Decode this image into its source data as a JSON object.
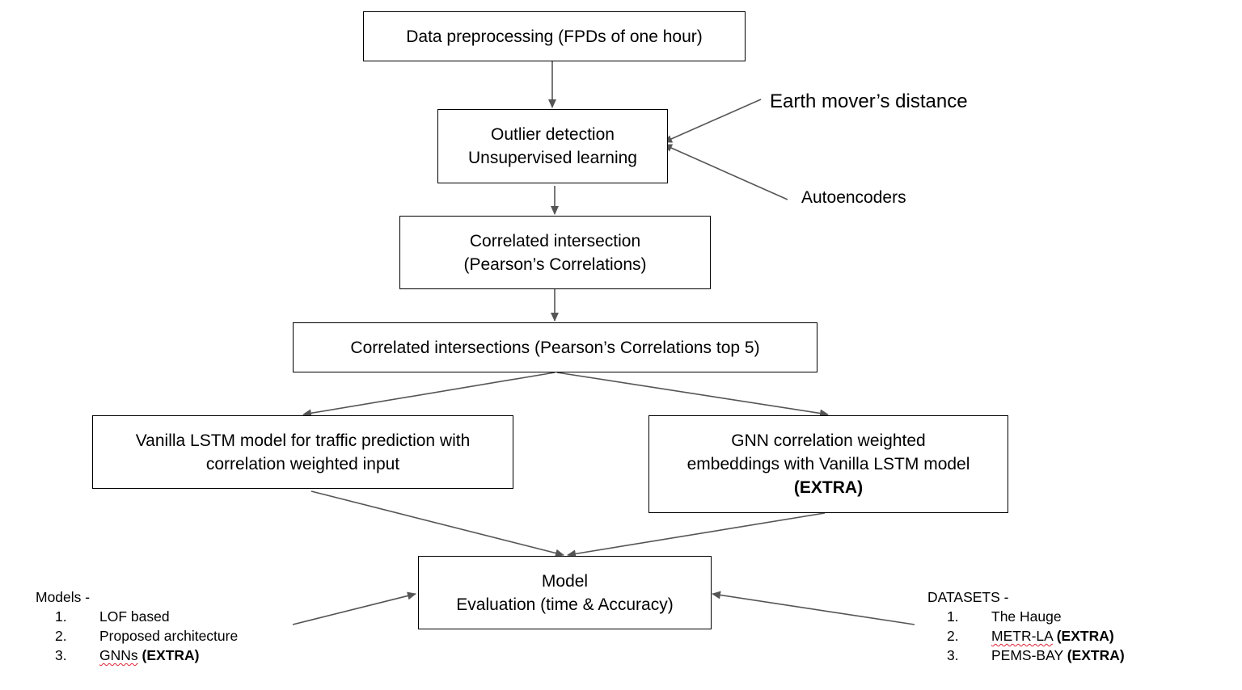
{
  "colors": {
    "box_border": "#000000",
    "arrow": "#555555",
    "spellcheck": "#d22233"
  },
  "boxes": {
    "preprocessing": [
      "Data preprocessing (FPDs of one hour)"
    ],
    "outlier": [
      "Outlier detection",
      "Unsupervised learning"
    ],
    "correlated": [
      "Correlated intersection",
      "(Pearson’s Correlations)"
    ],
    "correlated_top5": [
      "Correlated intersections (Pearson’s Correlations top 5)"
    ],
    "lstm": [
      "Vanilla LSTM model for traffic prediction with",
      "correlation weighted input"
    ],
    "gnn": [
      "GNN correlation weighted",
      "embeddings with Vanilla LSTM model",
      "(EXTRA)"
    ],
    "evaluation": [
      "Model",
      "Evaluation (time & Accuracy)"
    ]
  },
  "side_labels": {
    "emd": "Earth mover’s distance",
    "autoencoders": "Autoencoders"
  },
  "models_list": {
    "heading": "Models -",
    "items": [
      {
        "num": "1.",
        "text": "LOF based",
        "extra": ""
      },
      {
        "num": "2.",
        "text": "Proposed architecture",
        "extra": ""
      },
      {
        "num": "3.",
        "text": "GNNs",
        "extra": "(EXTRA)"
      }
    ]
  },
  "datasets_list": {
    "heading": "DATASETS -",
    "items": [
      {
        "num": "1.",
        "text": "The Hauge",
        "extra": ""
      },
      {
        "num": "2.",
        "text": "METR-LA",
        "extra": "(EXTRA)"
      },
      {
        "num": "3.",
        "text": "PEMS-BAY",
        "extra": "(EXTRA)"
      }
    ]
  }
}
